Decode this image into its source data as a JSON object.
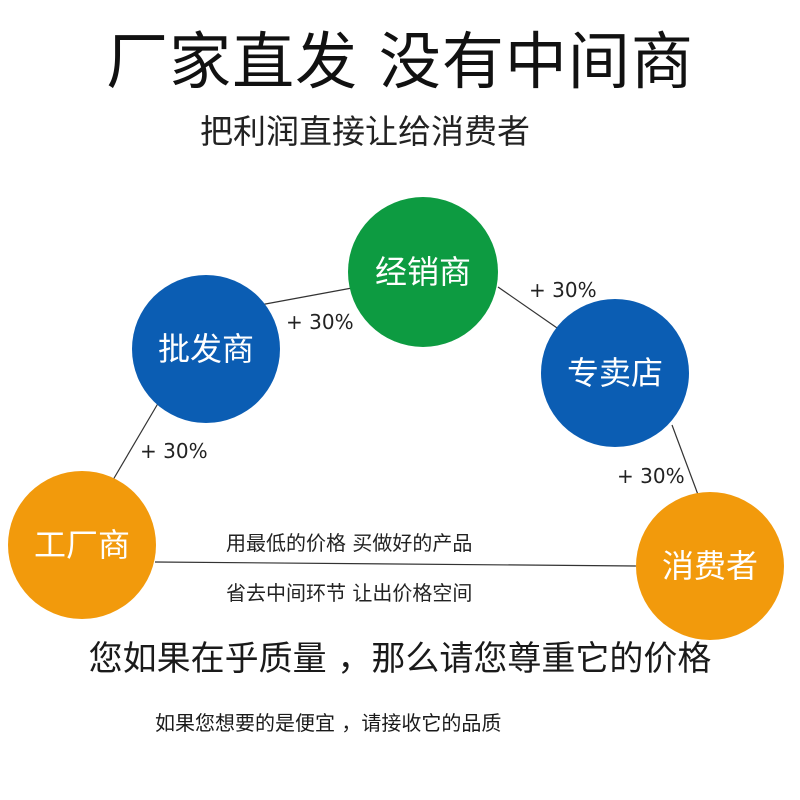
{
  "headline": "厂家直发 没有中间商",
  "subhead": "把利润直接让给消费者",
  "colors": {
    "blue": "#0b5db3",
    "green": "#0d9b41",
    "orange": "#f29a0c",
    "line": "#333333"
  },
  "nodes": {
    "factory": "工厂商",
    "wholesaler": "批发商",
    "distributor": "经销商",
    "retailer": "专卖店",
    "consumer": "消费者"
  },
  "markups": {
    "factory_to_wholesaler": "+ 30%",
    "wholesaler_to_distributor": "+ 30%",
    "distributor_to_retailer": "+ 30%",
    "retailer_to_consumer": "+ 30%"
  },
  "direct_line": {
    "top_note": "用最低的价格 买做好的产品",
    "bottom_note": "省去中间环节 让出价格空间"
  },
  "footer": {
    "main": "您如果在乎质量 ，那么请您尊重它的价格",
    "sub": "如果您想要的是便宜 ，请接收它的品质"
  }
}
